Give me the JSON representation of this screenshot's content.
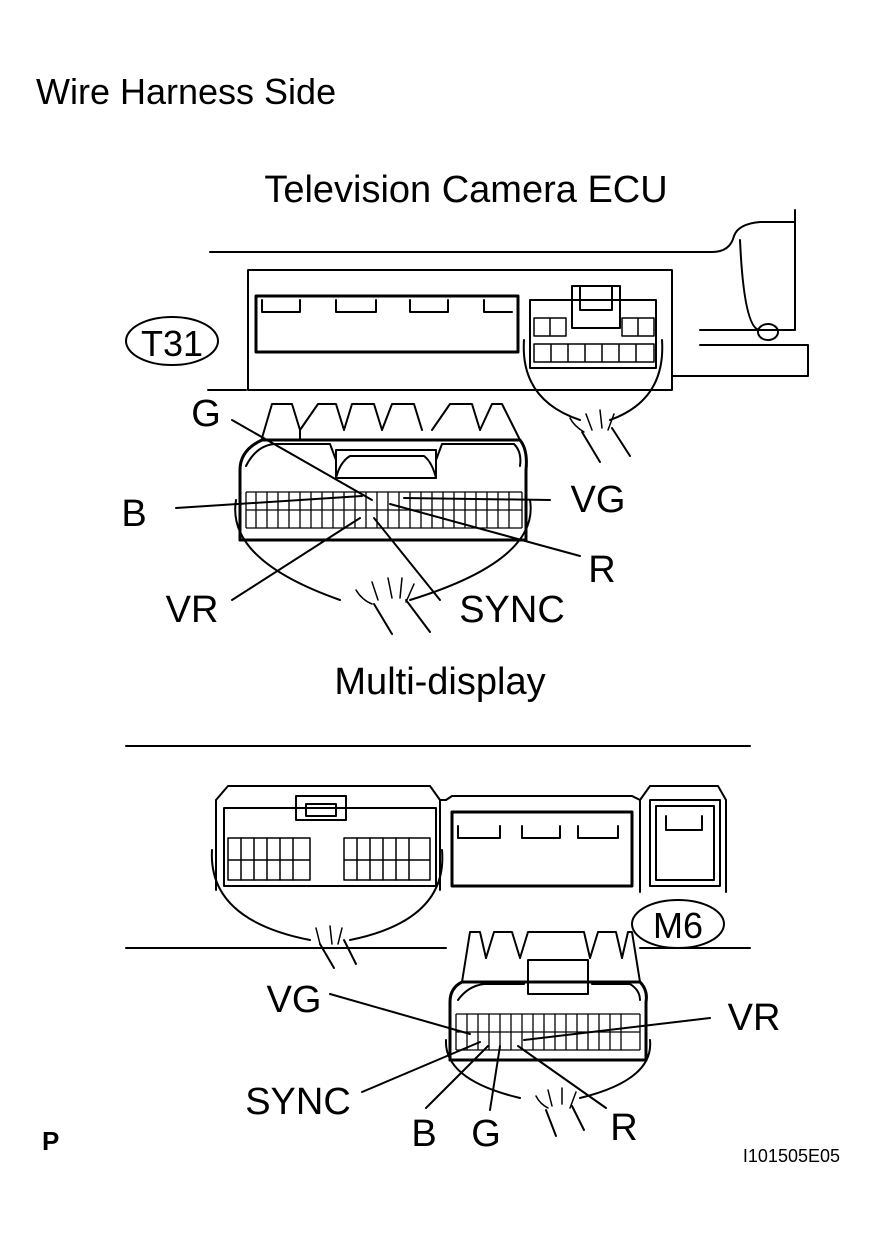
{
  "title": "Wire Harness Side",
  "ecu_section": {
    "heading": "Television Camera ECU",
    "connector_id": "T31",
    "pins": {
      "g": "G",
      "b": "B",
      "vg": "VG",
      "r": "R",
      "vr": "VR",
      "sync": "SYNC"
    }
  },
  "display_section": {
    "heading": "Multi-display",
    "connector_id": "M6",
    "pins": {
      "vg": "VG",
      "vr": "VR",
      "sync": "SYNC",
      "b": "B",
      "g": "G",
      "r": "R"
    }
  },
  "corner_mark": "P",
  "figure_code": "I101505E05"
}
